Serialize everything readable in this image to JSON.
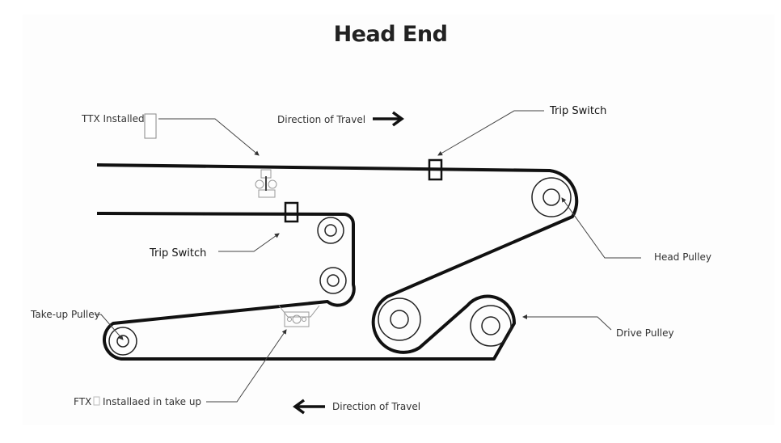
{
  "title": "Head End",
  "labels": {
    "ttx": "TTX Installed",
    "direction_top": "Direction of Travel",
    "trip_switch_top": "Trip Switch",
    "trip_switch_lower": "Trip Switch",
    "head_pulley": "Head Pulley",
    "takeup_pulley": "Take-up Pulley",
    "drive_pulley": "Drive Pulley",
    "ftx": "FTX",
    "ftx_suffix": "Installaed in take up",
    "direction_bottom": "Direction of Travel"
  },
  "arrows": {
    "direction_top": "right-arrow",
    "direction_bottom": "left-arrow"
  },
  "colors": {
    "belt": "#111111",
    "leader": "#444444",
    "component": "#999999"
  }
}
